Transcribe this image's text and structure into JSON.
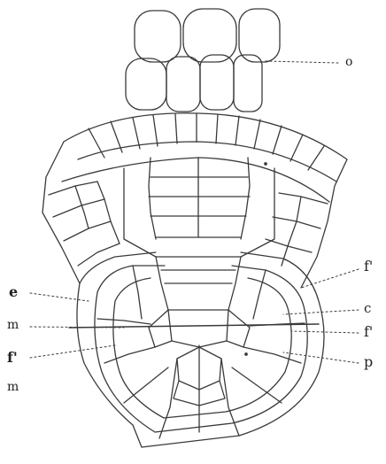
{
  "labels": {
    "o": "o",
    "f_right_top": "f'",
    "e": "e",
    "c": "c",
    "m_upper": "m",
    "f_right_mid": "f'",
    "f_left": "f'",
    "p": "p",
    "m_lower": "m"
  }
}
